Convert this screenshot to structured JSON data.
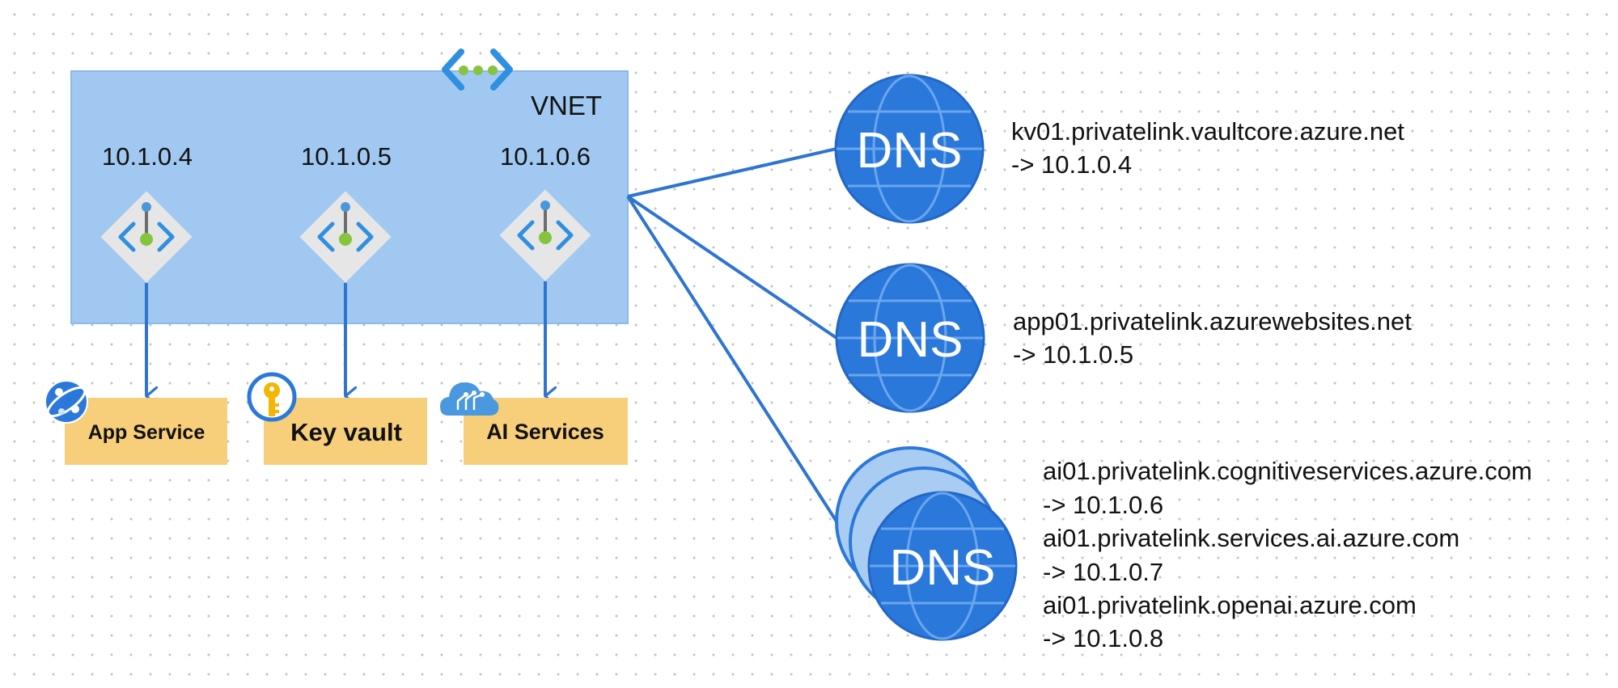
{
  "colors": {
    "vnet_fill": "#a0c8f0",
    "vnet_border": "#8bbae8",
    "connector": "#2f74d0",
    "service_fill": "#f7ce7a",
    "dns_blue": "#2b78db",
    "dns_light": "#a9cdf2",
    "endpoint_bg": "#e6e6e6",
    "endpoint_green": "#86c440"
  },
  "vnet": {
    "label": "VNET",
    "icon": "vnet-peering-icon",
    "endpoints": [
      {
        "ip": "10.1.0.4",
        "icon": "private-endpoint-icon"
      },
      {
        "ip": "10.1.0.5",
        "icon": "private-endpoint-icon"
      },
      {
        "ip": "10.1.0.6",
        "icon": "private-endpoint-icon"
      }
    ]
  },
  "services": [
    {
      "label": "App Service",
      "icon": "app-service-icon"
    },
    {
      "label": "Key vault",
      "icon": "key-vault-icon"
    },
    {
      "label": "AI Services",
      "icon": "ai-services-cloud-icon"
    }
  ],
  "dns_zones": [
    {
      "icon_text": "DNS",
      "records": [
        {
          "name": "kv01.privatelink.vaultcore.azure.net",
          "target": "-> 10.1.0.4"
        }
      ]
    },
    {
      "icon_text": "DNS",
      "records": [
        {
          "name": "app01.privatelink.azurewebsites.net",
          "target": "-> 10.1.0.5"
        }
      ]
    },
    {
      "icon_text": "DNS",
      "stacked": true,
      "records": [
        {
          "name": "ai01.privatelink.cognitiveservices.azure.com",
          "target": "-> 10.1.0.6"
        },
        {
          "name": "ai01.privatelink.services.ai.azure.com",
          "target": "-> 10.1.0.7"
        },
        {
          "name": "ai01.privatelink.openai.azure.com",
          "target": "-> 10.1.0.8"
        }
      ]
    }
  ]
}
